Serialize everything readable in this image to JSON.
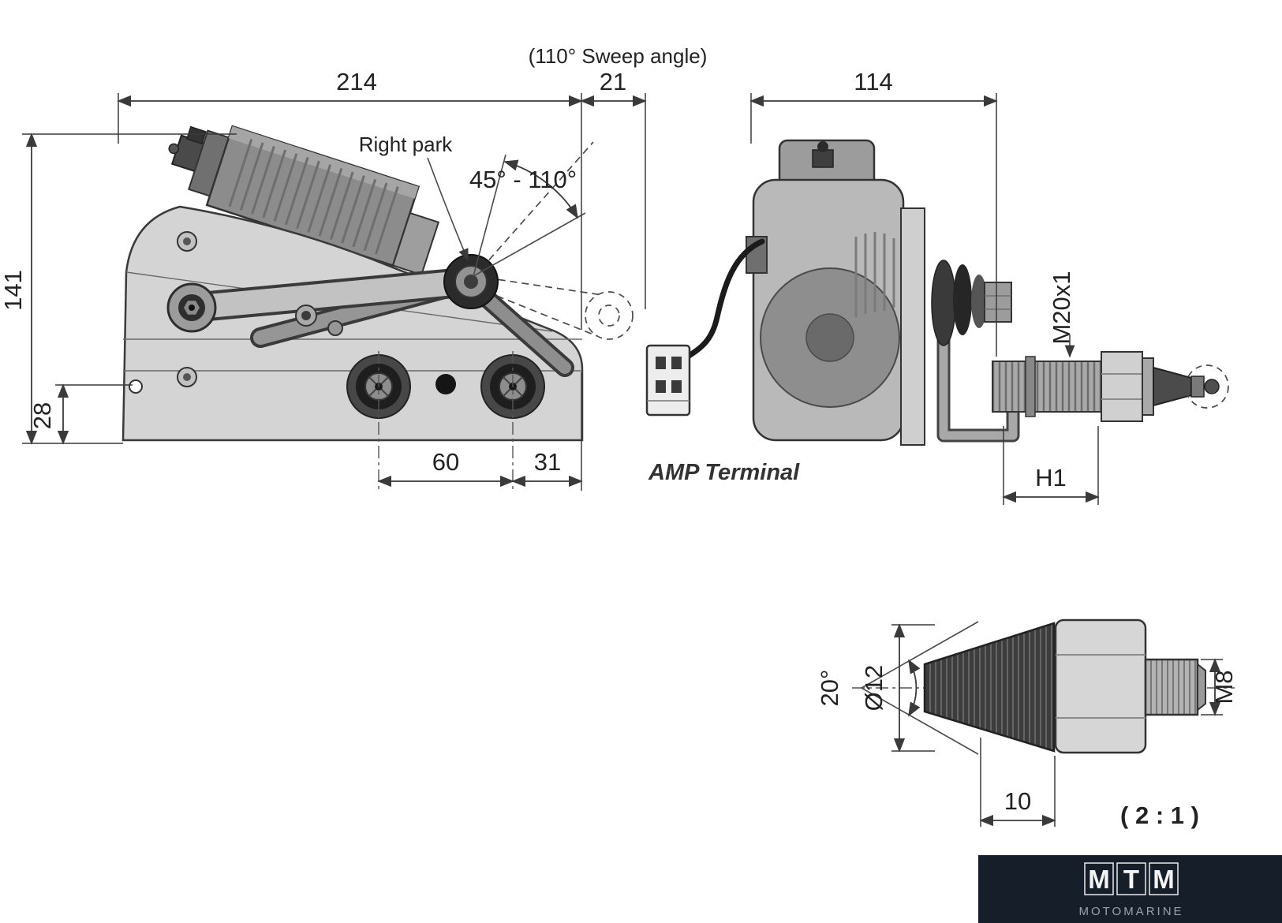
{
  "views": {
    "left": {
      "dims": {
        "width_total": "214",
        "width_offset": "21",
        "height_total": "141",
        "height_hole": "28",
        "spacing_grommets": "60",
        "spacing_edge": "31"
      },
      "notes": {
        "sweep": "(110° Sweep angle)",
        "right_park": "Right park",
        "angle_range": "45° - 110°"
      }
    },
    "right": {
      "dims": {
        "depth_total": "114",
        "shaft_thread": "M20x1",
        "shaft_length": "H1"
      },
      "notes": {
        "terminal": "AMP Terminal"
      }
    },
    "detail": {
      "dims": {
        "cone_angle": "20°",
        "cone_diameter": "Ø12",
        "tip_thread": "M8",
        "cone_length": "10"
      },
      "notes": {
        "scale": "( 2 : 1 )"
      }
    }
  },
  "logo": {
    "letters": [
      "M",
      "T",
      "M"
    ],
    "subtitle": "MOTOMARINE"
  },
  "colors": {
    "line": "#3a3a3a",
    "metal_light": "#d4d4d4",
    "metal_mid": "#a8a8a8",
    "metal_dark": "#4a4a4a",
    "logo_bg": "#161e2a",
    "logo_text": "#ffffff",
    "logo_subtitle": "#9aa2ad"
  }
}
